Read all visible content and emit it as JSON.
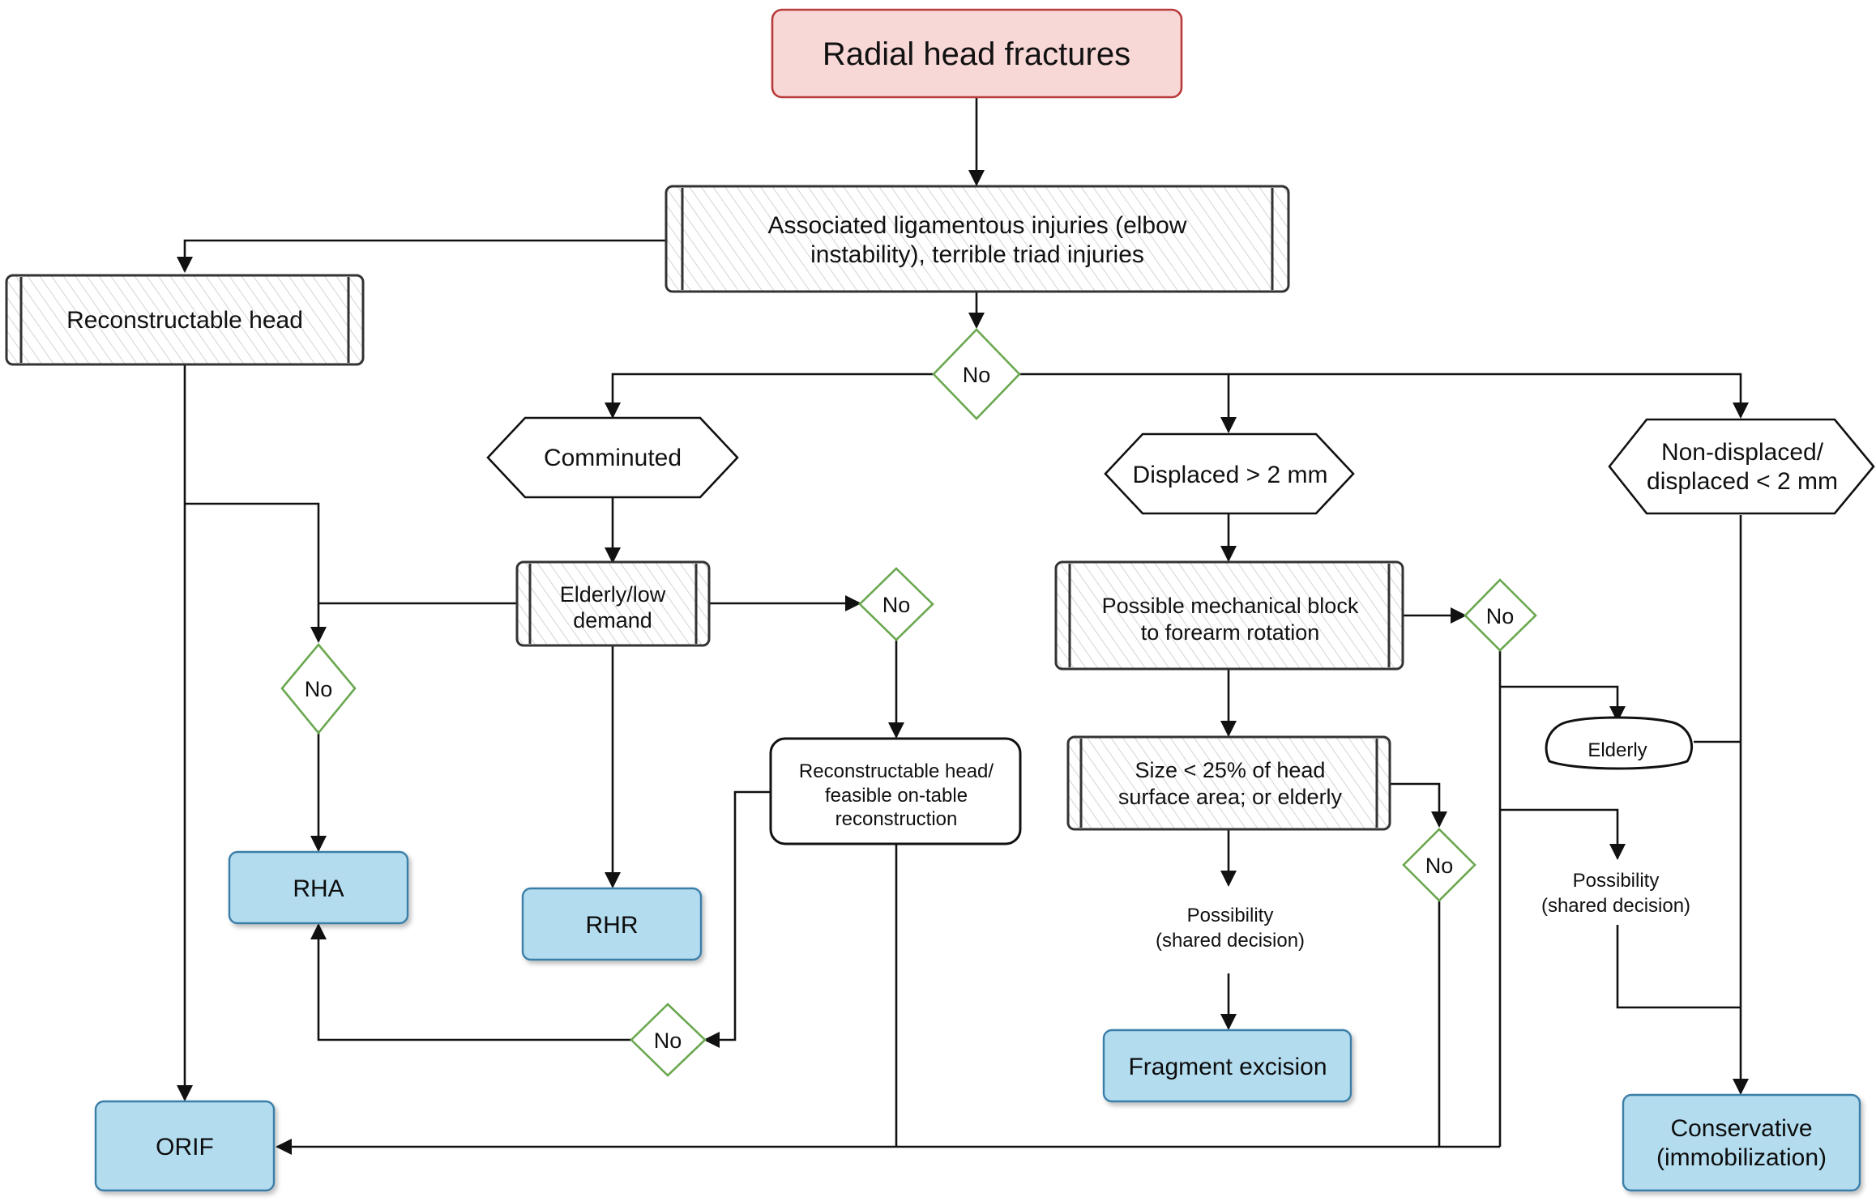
{
  "colors": {
    "title_fill": "#f8d7d7",
    "title_stroke": "#b83a3a",
    "terminal_fill": "#b3dcef",
    "terminal_stroke": "#3a7ea8",
    "decision_stroke": "#6aa84f",
    "hatch_line": "#d4d4d4",
    "line": "#111111"
  },
  "title": "Radial head fractures",
  "nodes": {
    "associated_injuries": {
      "line1": "Associated ligamentous injuries (elbow",
      "line2": "instability), terrible triad injuries"
    },
    "reconstructable_head": "Reconstructable head",
    "comminuted": "Comminuted",
    "displaced": "Displaced > 2 mm",
    "non_displaced": {
      "line1": "Non-displaced/",
      "line2": "displaced < 2 mm"
    },
    "elderly_low_demand": {
      "line1": "Elderly/low",
      "line2": "demand"
    },
    "mechanical_block": {
      "line1": "Possible mechanical block",
      "line2": "to forearm rotation"
    },
    "size_small": {
      "line1": "Size < 25% of head",
      "line2": "surface area; or elderly"
    },
    "reconstructable_feasible": {
      "line1": "Reconstructable head/",
      "line2": "feasible on-table",
      "line3": "reconstruction"
    },
    "elderly": "Elderly",
    "possibility_center": {
      "line1": "Possibility",
      "line2": "(shared decision)"
    },
    "possibility_right": {
      "line1": "Possibility",
      "line2": "(shared decision)"
    }
  },
  "decisions": {
    "no_main": "No",
    "no_rha_path": "No",
    "no_elderly_demand": "No",
    "no_bottom": "No",
    "no_mechanical": "No",
    "no_size": "No"
  },
  "outcomes": {
    "rha": "RHA",
    "rhr": "RHR",
    "orif": "ORIF",
    "fragment_excision": "Fragment excision",
    "conservative": {
      "line1": "Conservative",
      "line2": "(immobilization)"
    }
  }
}
